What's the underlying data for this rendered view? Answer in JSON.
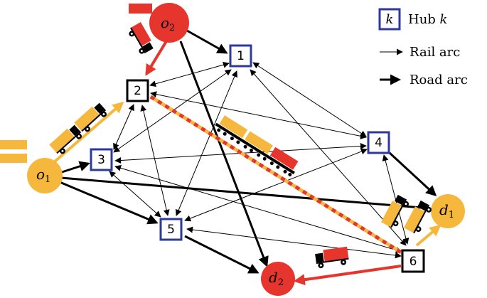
{
  "colors": {
    "origin_red": "#e5352d",
    "origin_orange": "#f5b83d",
    "hub_blue": "#2d3a9c",
    "hub_black": "#000000",
    "rail": "#000000",
    "road": "#000000",
    "road_red": "#e5352d",
    "road_orange": "#f5b83d"
  },
  "legend": {
    "hub_symbol": "k",
    "hub_label": "Hub",
    "hub_var": "k",
    "rail_label": "Rail arc",
    "road_label": "Road arc"
  },
  "nodes": {
    "o1": {
      "base": "o",
      "sub": "1"
    },
    "o2": {
      "base": "o",
      "sub": "2"
    },
    "d1": {
      "base": "d",
      "sub": "1"
    },
    "d2": {
      "base": "d",
      "sub": "2"
    },
    "hubs": [
      "1",
      "2",
      "3",
      "4",
      "5",
      "6"
    ]
  },
  "icons": [
    "truck-icon",
    "train-icon",
    "container-icon"
  ]
}
